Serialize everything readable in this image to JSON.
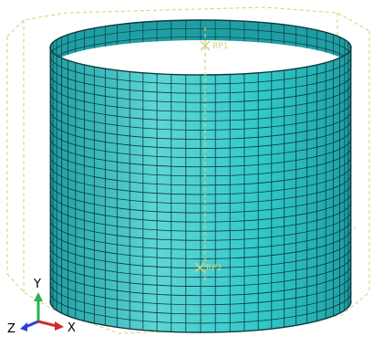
{
  "viewport": {
    "background": "#ffffff",
    "mesh": {
      "fill_color": "#31c9c9",
      "fill_dark": "#1f9fa3",
      "fill_light": "#5ed6d6",
      "line_color": "#0c3a40",
      "circumferential_divisions": 64,
      "height_divisions": 28
    },
    "construction_lines_color": "#d6d07a",
    "reference_points": [
      {
        "label": "RP1"
      },
      {
        "label": "RP2"
      }
    ]
  },
  "triad": {
    "y_label": "Y",
    "x_label": "X",
    "z_label": "Z",
    "y_color": "#2bb24c",
    "x_color": "#d22b2b",
    "z_color": "#2b3fd6"
  }
}
